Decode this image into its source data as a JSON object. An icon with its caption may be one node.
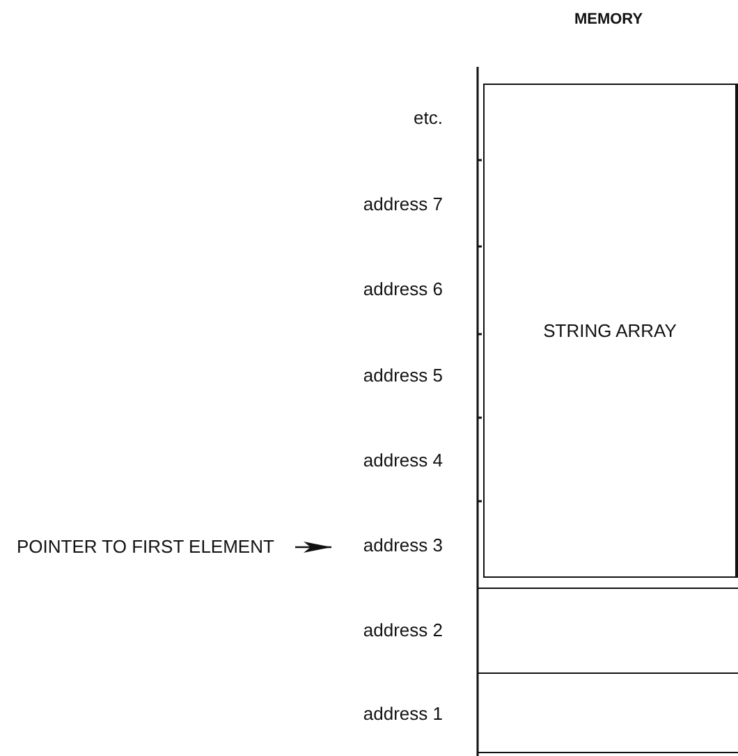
{
  "diagram": {
    "title": "MEMORY",
    "nodes": [
      {
        "text": [
          "POINTER TO FIRST ELEMENT"
        ]
      },
      {
        "text": [
          "address 3"
        ]
      },
      {
        "text": [
          "STRING ARRAY"
        ]
      },
      {
        "text": [],
        "shape": "box"
      },
      {
        "text": [],
        "shape": "box"
      }
    ],
    "edges": [
      {
        "from": 0,
        "to": 1,
        "arrow": "to"
      }
    ],
    "labels": [
      "etc.",
      "address 7",
      "address 6",
      "address 5",
      "address 4",
      "address 2",
      "address 1"
    ]
  }
}
